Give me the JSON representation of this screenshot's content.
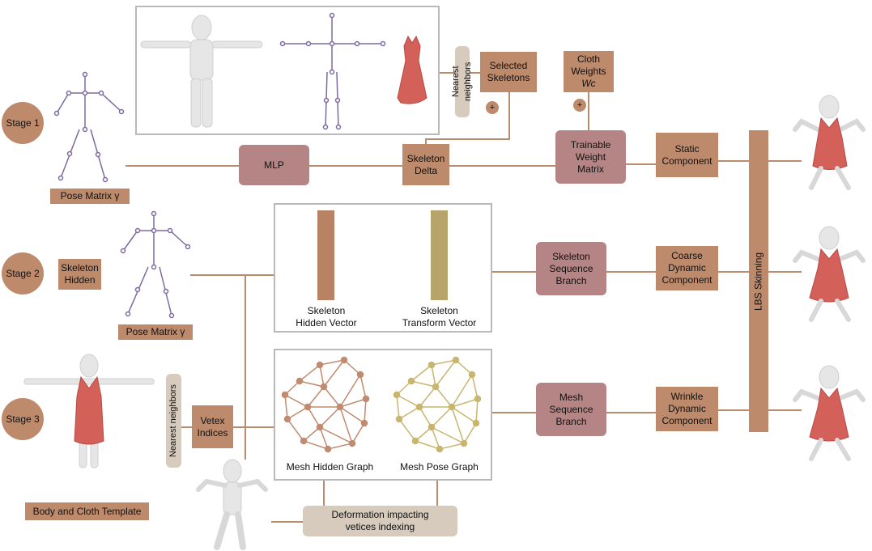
{
  "stages": {
    "s1": "Stage 1",
    "s2": "Stage 2",
    "s3": "Stage 3"
  },
  "stage1": {
    "pose_label": "Pose Matrix γ",
    "mlp": "MLP",
    "nearest_neighbors": "Nearest neighbors",
    "selected_skeletons": "Selected\nSkeletons",
    "plus": "+",
    "skeleton_delta": "Skeleton\nDelta",
    "cloth_weights": "Cloth\nWeights",
    "cloth_weights_symbol": "Wc",
    "trainable_weight_matrix": "Trainable\nWeight\nMatrix",
    "static_component": "Static\nComponent"
  },
  "stage2": {
    "skeleton_hidden": "Skeleton\nHidden",
    "pose_label": "Pose Matrix γ",
    "skeleton_hidden_vector": "Skeleton\nHidden Vector",
    "skeleton_transform_vector": "Skeleton\nTransform Vector",
    "skeleton_sequence_branch": "Skeleton\nSequence\nBranch",
    "coarse_dynamic_component": "Coarse\nDynamic\nComponent"
  },
  "stage3": {
    "nearest_neighbors": "Nearest neighbors",
    "vertex_indices": "Vetex\nIndices",
    "template_label": "Body and Cloth Template",
    "mesh_hidden_graph": "Mesh Hidden Graph",
    "mesh_pose_graph": "Mesh Pose Graph",
    "mesh_sequence_branch": "Mesh\nSequence\nBranch",
    "wrinkle_dynamic_component": "Wrinkle\nDynamic\nComponent",
    "deformation_indexing": "Deformation impacting\nvetices indexing"
  },
  "lbs_skinning": "LBS Skinning",
  "colors": {
    "box_brown": "#bd8a6c",
    "box_mauve": "#b58585",
    "box_tan": "#d6cbbd",
    "line": "#b98c70",
    "hidden_vector": "#b78364",
    "transform_vector": "#b7a46a",
    "hidden_graph": "#c08b70",
    "pose_graph": "#c8b66e",
    "dress": "#d4605a",
    "skin": "#e8e8e8"
  }
}
